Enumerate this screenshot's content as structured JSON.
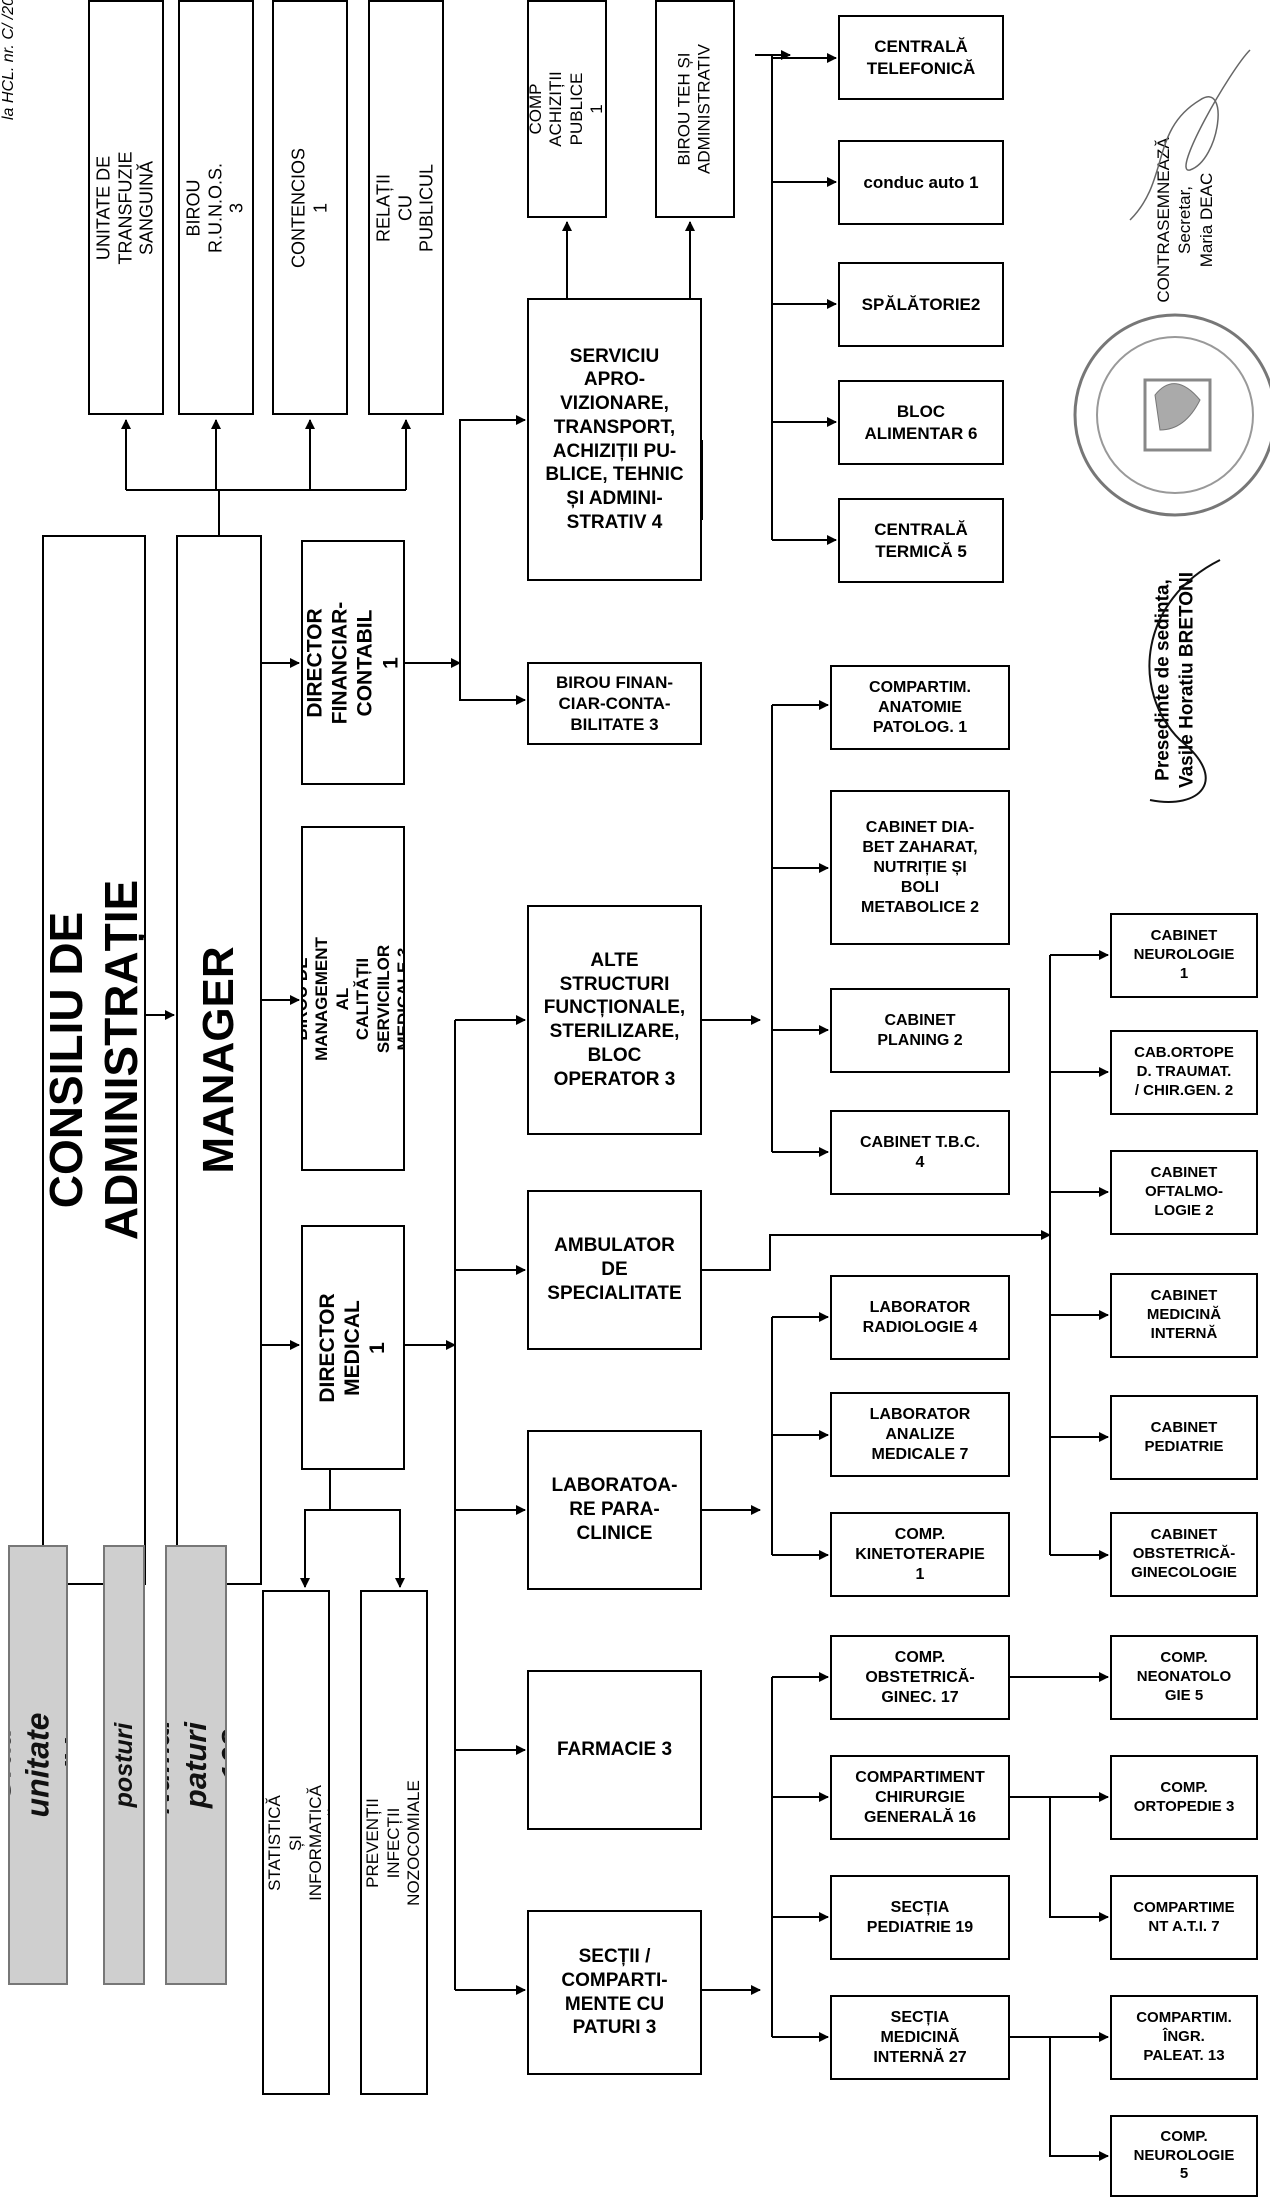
{
  "header_note": "la HCL. nr. C/ /2015",
  "board": "CONSILIU DE ADMINISTRAȚIE",
  "manager": "MANAGER",
  "manager_count": "1",
  "top_units": [
    "UNITATE DE TRANSFUZIE SANGUINĂ",
    "BIROU R.U.N.O.S. 3",
    "CONTENCIOS 1",
    "RELAȚII CU PUBLICUL"
  ],
  "director_fin": "DIRECTOR\nFINANCIAR-\nCONTABIL 1",
  "birou_management": "BIROU DE MANAGEMENT AL\nCALITĂȚII SERVICIILOR\nMEDICALE 3",
  "director_med": "DIRECTOR\nMEDICAL 1",
  "med_under": [
    "BIROU STATISTICĂ ȘI INFORMATICĂ\nMEDICALĂ 3",
    "COMPARTIMENT PREVENȚII INFECȚII\nNOZOCOMIALE 1"
  ],
  "summary": [
    "Grad unitate : IV",
    "Total posturi : 183",
    "Număr paturi : 108"
  ],
  "serviciu": "SERVICIU\nAPRO-\nVIZIONARE,\nTRANSPORT,\nACHIZIȚII PU-\nBLICE, TEHNIC\nȘI ADMINI-\nSTRATIV 4",
  "comp_achizitii": "COMP ACHIZIȚII\nPUBLICE 1",
  "birou_teh": "BIROU TEH ȘI\nADMINISTRATIV",
  "birou_fin": "BIROU FINAN-\nCIAR-CONTA-\nBILITATE 3",
  "services": [
    "CENTRALĂ\nTELEFONICĂ",
    "conduc auto 1",
    "SPĂLĂTORIE2",
    "BLOC\nALIMENTAR 6",
    "CENTRALĂ\nTERMICĂ 5"
  ],
  "alte": "ALTE\nSTRUCTURI\nFUNCȚIONALE,\nSTERILIZARE,\nBLOC\nOPERATOR 3",
  "alte_children": [
    "COMPARTIM.\nANATOMIE\nPATOLOG. 1",
    "CABINET DIA-\nBET ZAHARAT,\nNUTRIȚIE ȘI\nBOLI\nMETABOLICE 2",
    "CABINET\nPLANING 2",
    "CABINET T.B.C.\n4"
  ],
  "ambulator": "AMBULATOR\nDE\nSPECIALITATE",
  "cabinets": [
    "CABINET\nNEUROLOGIE\n1",
    "CAB.ORTOPE\nD. TRAUMAT.\n/ CHIR.GEN. 2",
    "CABINET\nOFTALMO-\nLOGIE 2",
    "CABINET\nMEDICINĂ\nINTERNĂ",
    "CABINET\nPEDIATRIE",
    "CABINET\nOBSTETRICĂ-\nGINECOLOGIE"
  ],
  "labs": "LABORATOA-\nRE PARA-\nCLINICE",
  "lab_children": [
    "LABORATOR\nRADIOLOGIE 4",
    "LABORATOR\nANALIZE\nMEDICALE 7",
    "COMP.\nKINETOTERAPIE\n1"
  ],
  "farmacie": "FARMACIE 3",
  "sectii": "SECȚII /\nCOMPARTI-\nMENTE CU\nPATURI 3",
  "sectii_children": [
    "COMP.\nOBSTETRICĂ-\nGINEC. 17",
    "COMPARTIMENT\nCHIRURGIE\nGENERALĂ 16",
    "SECȚIA\nPEDIATRIE 19",
    "SECȚIA\nMEDICINĂ\nINTERNĂ 27"
  ],
  "sub_children": [
    "COMP.\nNEONATOLO\nGIE 5",
    "COMP.\nORTOPEDIE 3",
    "COMPARTIME\nNT A.T.I. 7",
    "COMPARTIM.\nÎNGR.\nPALEAT. 13",
    "COMP.\nNEUROLOGIE\n5"
  ],
  "signatures": {
    "contrasemneaza": "CONTRASEMNEAZĂ",
    "secretar": "Secretar,",
    "secretar_name": "Maria DEAC",
    "presedinte": "Presedinte de sedinta,",
    "presedinte_name": "Vasile Horatiu BRETONI"
  },
  "colors": {
    "line": "#000000",
    "summary_fill": "#cfcfcf",
    "stamp": "#777777"
  }
}
